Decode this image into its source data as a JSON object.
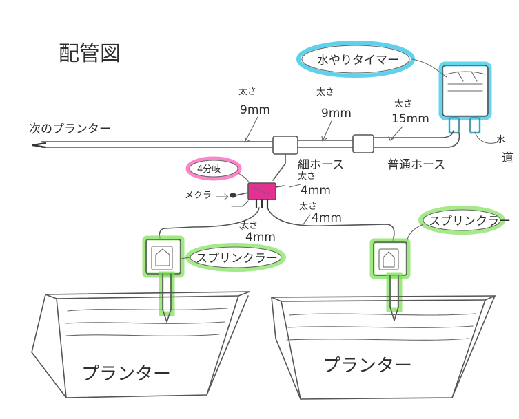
{
  "title": "配管図",
  "colors": {
    "cyan": "#28c3e6",
    "green": "#7fe05a",
    "magenta": "#e0208a",
    "pink": "#ff5cb8",
    "ink": "#3a3a3a"
  },
  "timer": {
    "label": "水やりタイマー"
  },
  "faucet": {
    "label_line1": "水",
    "label_line2": "道"
  },
  "next_planter": {
    "label": "次のプランター"
  },
  "thickness_label": "太さ",
  "sizes": {
    "main_left": "9mm",
    "main_mid": "9mm",
    "main_right": "15mm",
    "tube_drop": "4mm",
    "tube_right": "4mm",
    "tube_left": "4mm"
  },
  "hoses": {
    "thin": "細ホース",
    "regular": "普通ホース"
  },
  "manifold": {
    "label": "4分岐"
  },
  "plug": {
    "label": "メクラ"
  },
  "sprinklers": [
    {
      "label": "スプリンクラー"
    },
    {
      "label": "スプリンクラー"
    }
  ],
  "planters": [
    {
      "label": "プランター"
    },
    {
      "label": "プランター"
    }
  ]
}
